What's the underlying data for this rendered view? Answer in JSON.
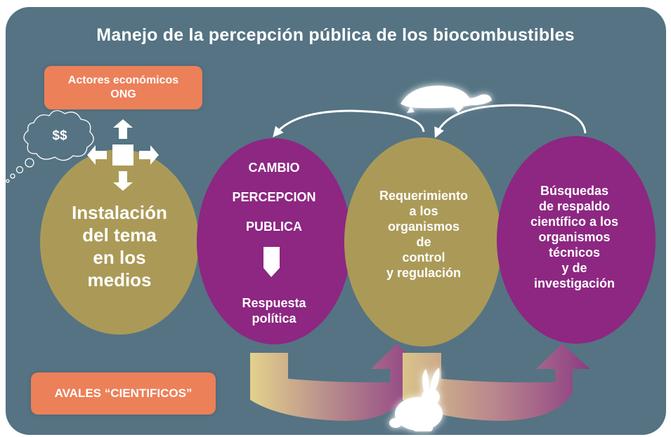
{
  "title": "Manejo de la percepción pública de los biocombustibles",
  "boxes": {
    "top": [
      "Actores económicos",
      "ONG"
    ],
    "bottom": "AVALES “CIENTIFICOS”"
  },
  "thought_bubble": "$$",
  "ellipses": {
    "e1": "Instalación\ndel tema\nen los\nmedios",
    "e2": {
      "line1": "CAMBIO",
      "line2": "PERCEPCION",
      "line3": "PUBLICA",
      "line4": "Respuesta\npolítica"
    },
    "e3": "Requerimiento\na los\norganismos\nde\ncontrol\ny regulación",
    "e4": "Búsquedas\nde respaldo\ncientífico a los\norganismos\ntécnicos\ny de\ninvestigación"
  },
  "colors": {
    "background": "#557383",
    "olive": "#ab9a57",
    "purple": "#8d2782",
    "orange": "#ec8059",
    "white": "#ffffff"
  },
  "icons": [
    "turtle-icon",
    "rabbit-icon",
    "cross-arrows-icon",
    "down-arrow-icon",
    "thought-bubble-icon"
  ]
}
